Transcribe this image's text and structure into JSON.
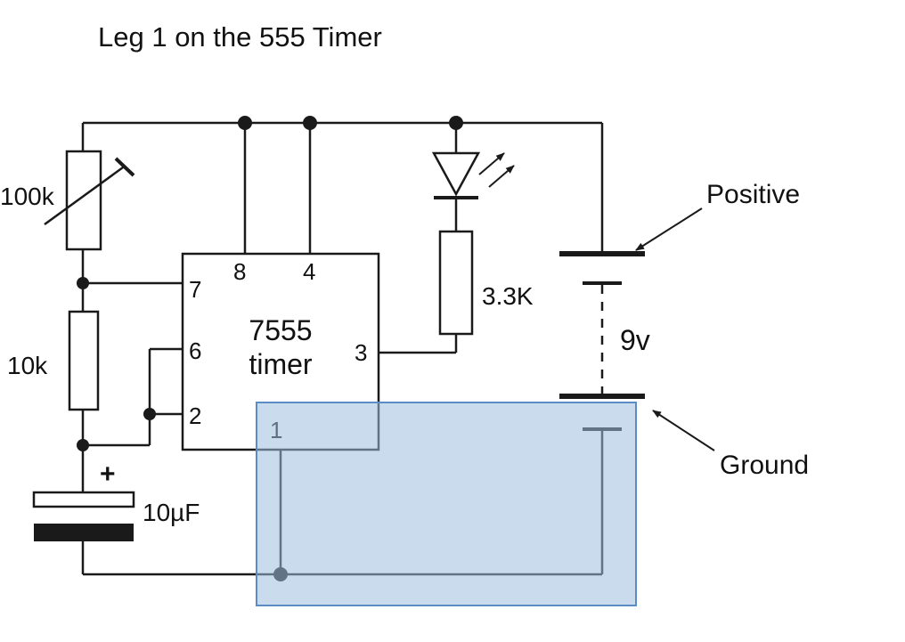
{
  "title": "Leg 1 on the 555 Timer",
  "labels": {
    "potentiometer": "100k",
    "resistor_timing": "10k",
    "capacitor": "10µF",
    "capacitor_polarity": "+",
    "resistor_led": "3.3K",
    "battery": "9v",
    "positive": "Positive",
    "ground": "Ground"
  },
  "ic": {
    "line1": "7555",
    "line2": "timer",
    "pins": {
      "pin7": "7",
      "pin6": "6",
      "pin2": "2",
      "pin8": "8",
      "pin4": "4",
      "pin3": "3",
      "pin1": "1"
    }
  },
  "colors": {
    "wire": "#1a1a1a",
    "highlight_fill": "#9dbede",
    "highlight_border": "#5b8cc4"
  }
}
